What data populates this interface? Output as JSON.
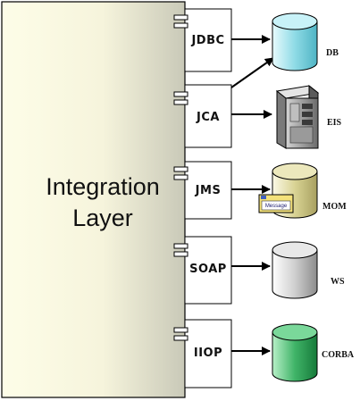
{
  "layer": {
    "line1": "Integration",
    "line2": "Layer"
  },
  "components": [
    {
      "id": "jdbc",
      "label": "JDBC"
    },
    {
      "id": "jca",
      "label": "JCA"
    },
    {
      "id": "jms",
      "label": "JMS"
    },
    {
      "id": "soap",
      "label": "SOAP"
    },
    {
      "id": "iiop",
      "label": "IIOP"
    }
  ],
  "targets": [
    {
      "id": "db",
      "label": "DB",
      "icon": "database-cylinder-icon",
      "color": "#7fd4e0"
    },
    {
      "id": "eis",
      "label": "EIS",
      "icon": "server-tower-icon",
      "color": "#8a8a8a"
    },
    {
      "id": "mom",
      "label": "MOM",
      "icon": "database-cylinder-icon",
      "color": "#d8d090"
    },
    {
      "id": "ws",
      "label": "WS",
      "icon": "database-cylinder-icon",
      "color": "#c8c8c8"
    },
    {
      "id": "corba",
      "label": "CORBA",
      "icon": "database-cylinder-icon",
      "color": "#3cb064"
    }
  ],
  "message_tag": {
    "label": "Message",
    "icon": "message-envelope-icon"
  }
}
